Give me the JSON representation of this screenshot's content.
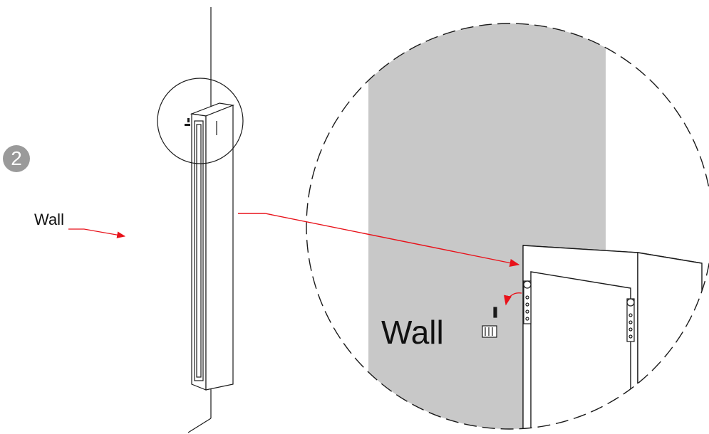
{
  "step": {
    "number": "2"
  },
  "labels": {
    "wall_small": "Wall",
    "wall_large": "Wall"
  },
  "colors": {
    "arrow": "#e8121a",
    "wall_fill": "#c8c8c8",
    "line": "#1a1a1a",
    "badge": "#9a9a9a"
  }
}
